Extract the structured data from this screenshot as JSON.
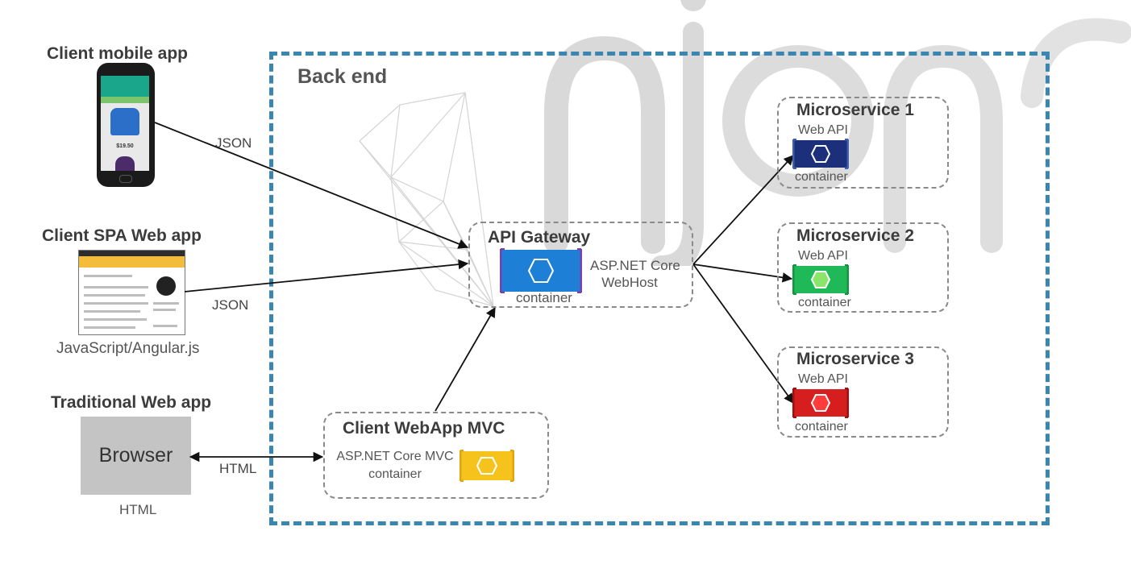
{
  "clients": {
    "mobile": {
      "title": "Client mobile app",
      "protocol": "JSON"
    },
    "spa": {
      "title": "Client SPA Web app",
      "protocol": "JSON",
      "framework": "JavaScript/Angular.js"
    },
    "traditional": {
      "title": "Traditional Web app",
      "browser": "Browser",
      "caption": "HTML",
      "protocol": "HTML"
    }
  },
  "backend": {
    "title": "Back end"
  },
  "api_gateway": {
    "title": "API Gateway",
    "host_line1": "ASP.NET Core",
    "host_line2": "WebHost",
    "container": "container",
    "color": "#1e7fd6"
  },
  "webapp_mvc": {
    "title": "Client WebApp MVC",
    "line1": "ASP.NET Core MVC",
    "line2": "container",
    "color": "#f5c31b"
  },
  "microservices": [
    {
      "title": "Microservice 1",
      "api": "Web API",
      "container": "container",
      "color": "#1b2f7a"
    },
    {
      "title": "Microservice 2",
      "api": "Web API",
      "container": "container",
      "color": "#1fb957"
    },
    {
      "title": "Microservice 3",
      "api": "Web API",
      "container": "container",
      "color": "#d71e1e"
    }
  ],
  "watermark": {
    "text": "njonc"
  }
}
